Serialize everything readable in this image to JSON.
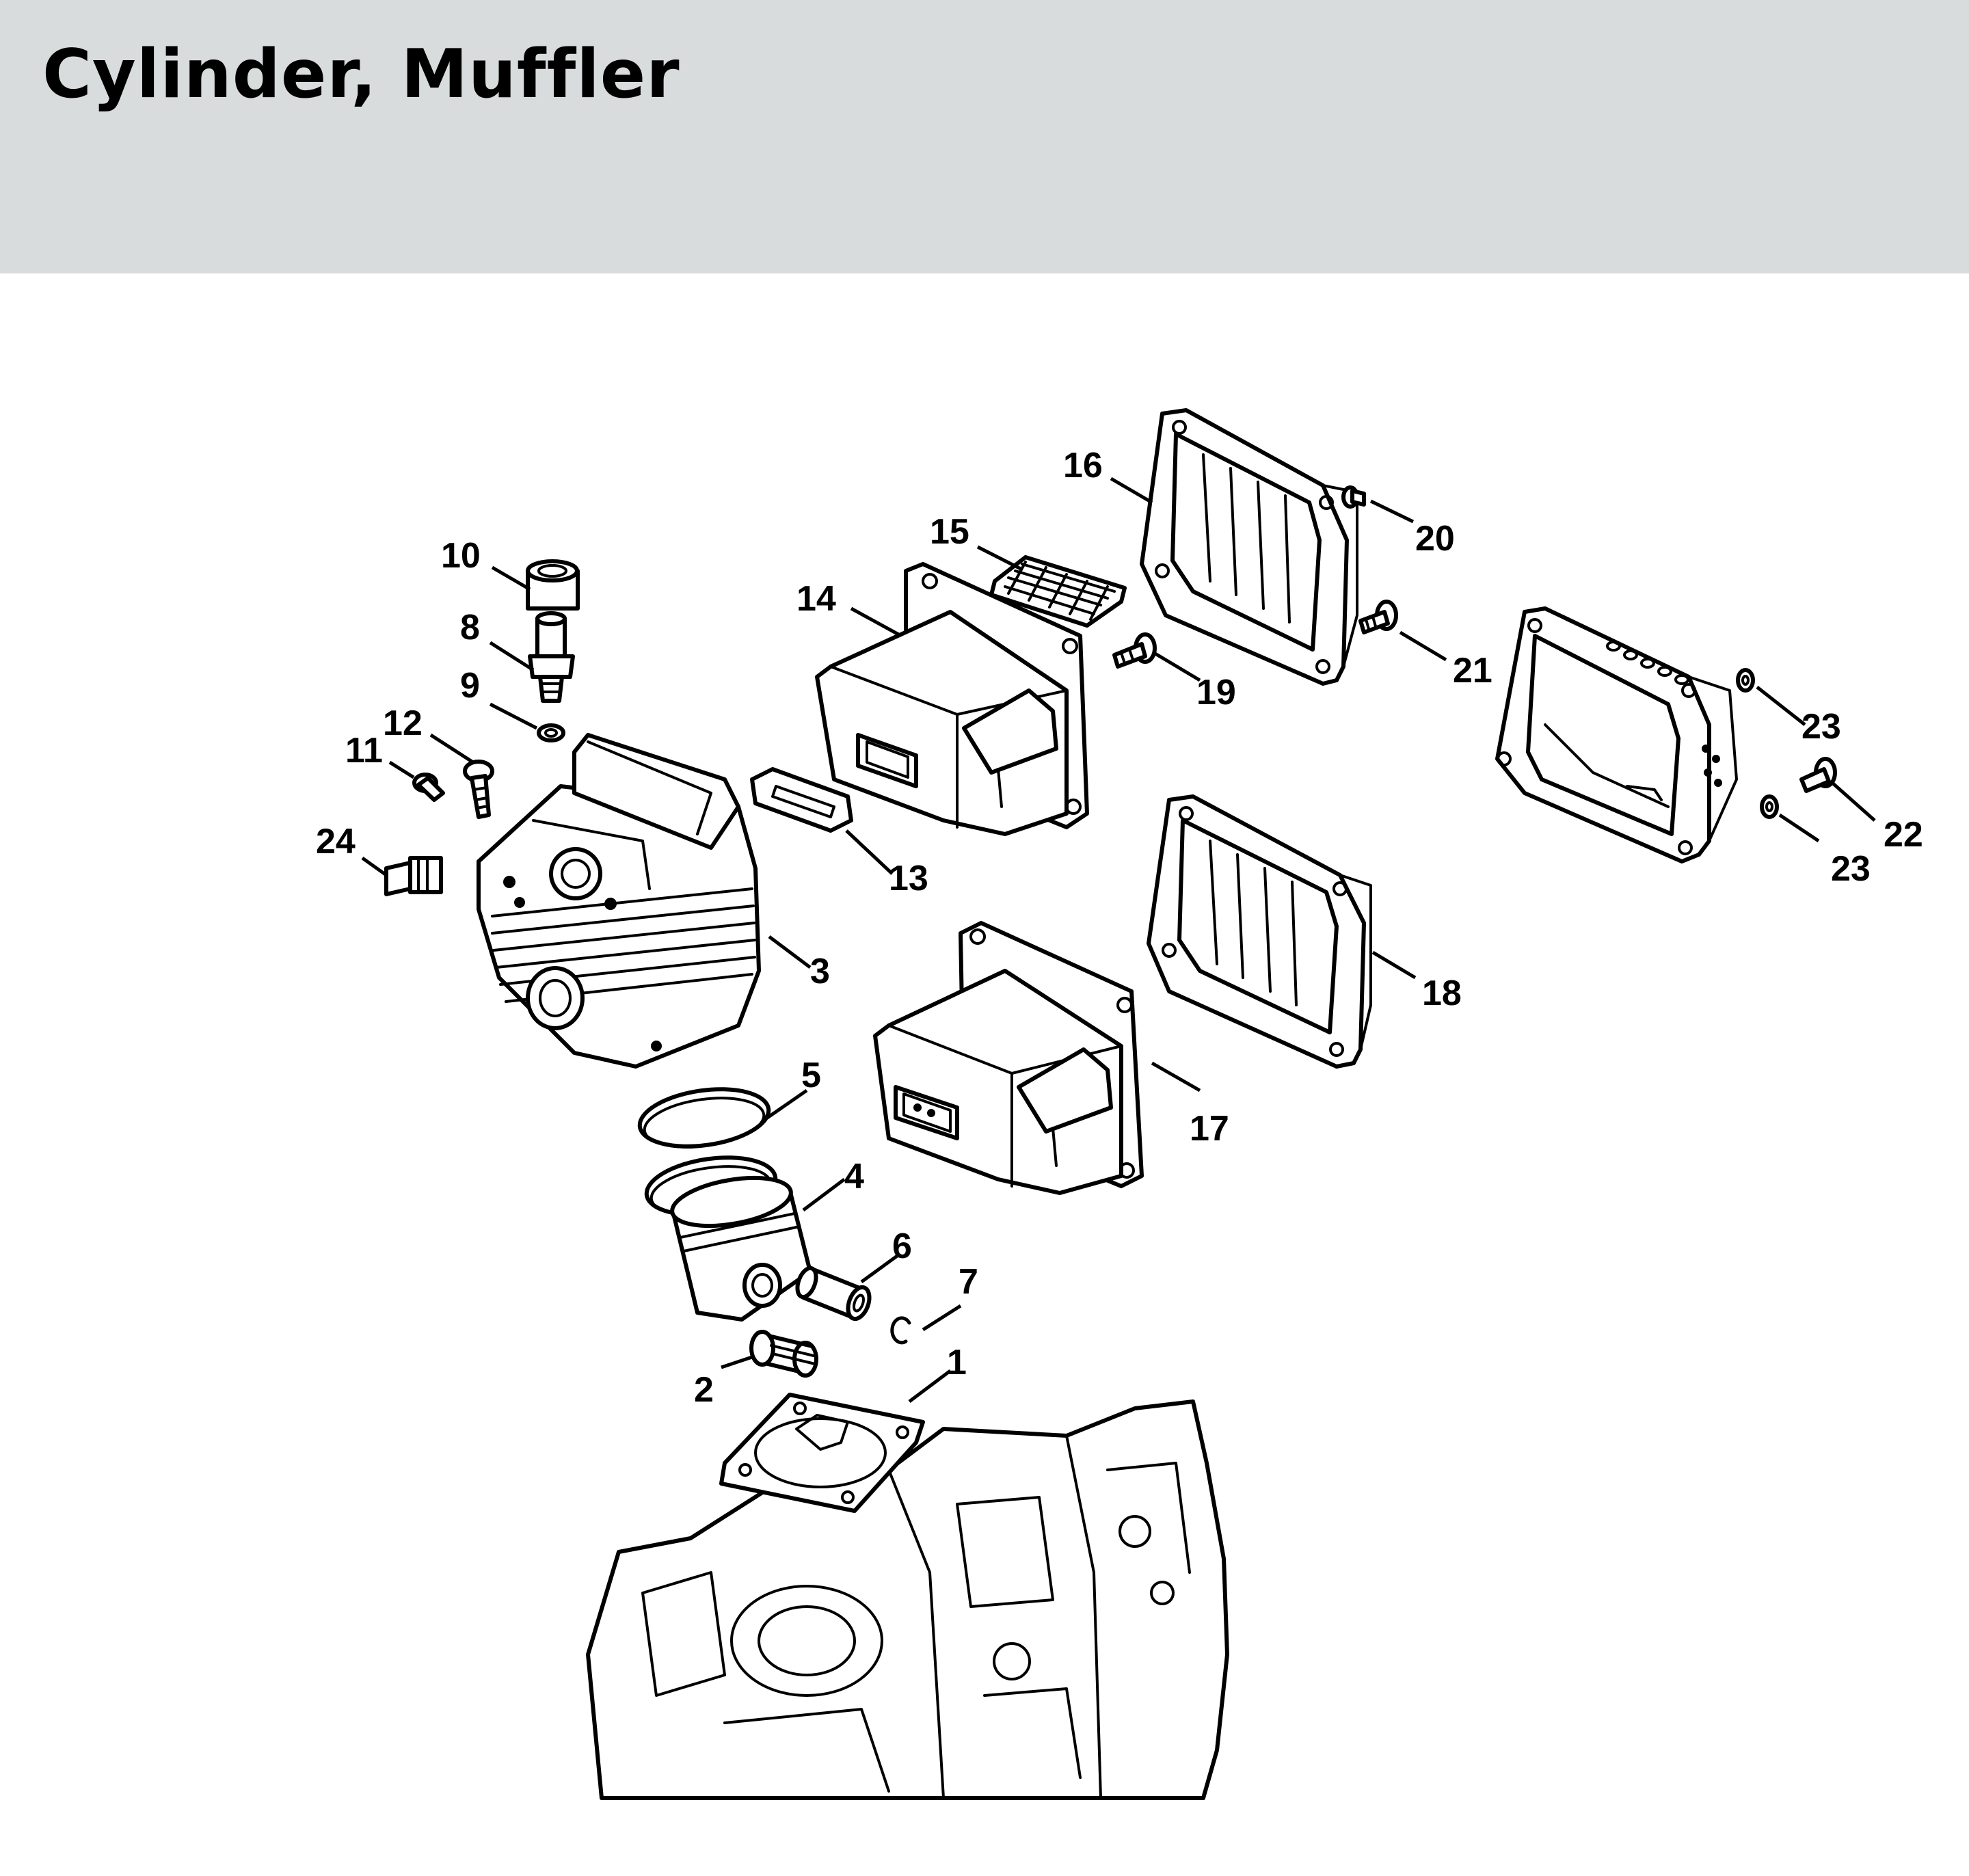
{
  "title": "Cylinder, Muffler",
  "colors": {
    "header_bg": "#d9dcdc",
    "ink": "#000000",
    "page_bg": "#ffffff"
  },
  "callouts": {
    "c1": "1",
    "c2": "2",
    "c3": "3",
    "c4": "4",
    "c5": "5",
    "c6": "6",
    "c7": "7",
    "c8": "8",
    "c9": "9",
    "c10": "10",
    "c11": "11",
    "c12": "12",
    "c13": "13",
    "c14": "14",
    "c15": "15",
    "c16": "16",
    "c17": "17",
    "c18": "18",
    "c19": "19",
    "c20": "20",
    "c21": "21",
    "c22": "22",
    "c23a": "23",
    "c23b": "23",
    "c24": "24"
  }
}
